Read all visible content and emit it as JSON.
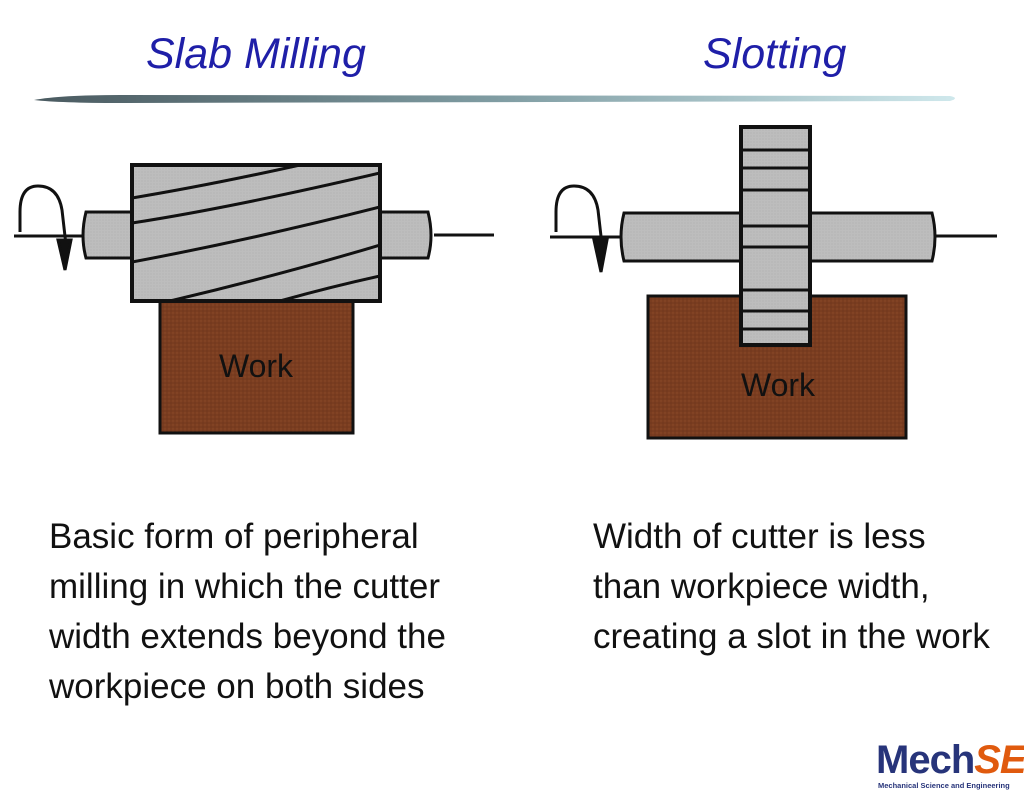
{
  "titles": {
    "left": "Slab Milling",
    "right": "Slotting"
  },
  "diagrams": {
    "left": {
      "work_label": "Work",
      "cutter": "helical slab cutter wider than workpiece",
      "rotation": "arrow-rotation-icon"
    },
    "right": {
      "work_label": "Work",
      "cutter": "narrow slotting cutter",
      "rotation": "arrow-rotation-icon"
    }
  },
  "captions": {
    "left": "Basic form of peripheral milling in which the cutter width extends beyond the workpiece on both sides",
    "right": "Width of cutter is less than workpiece width, creating a slot in the work"
  },
  "logo": {
    "mech": "Mech",
    "se": "SE",
    "subtitle": "Mechanical Science and Engineering"
  },
  "colors": {
    "title": "#1f1fa8",
    "work": "#7a3d20",
    "cutter": "#bdbdbd",
    "logo_blue": "#27347a",
    "logo_orange": "#e05a0e"
  }
}
